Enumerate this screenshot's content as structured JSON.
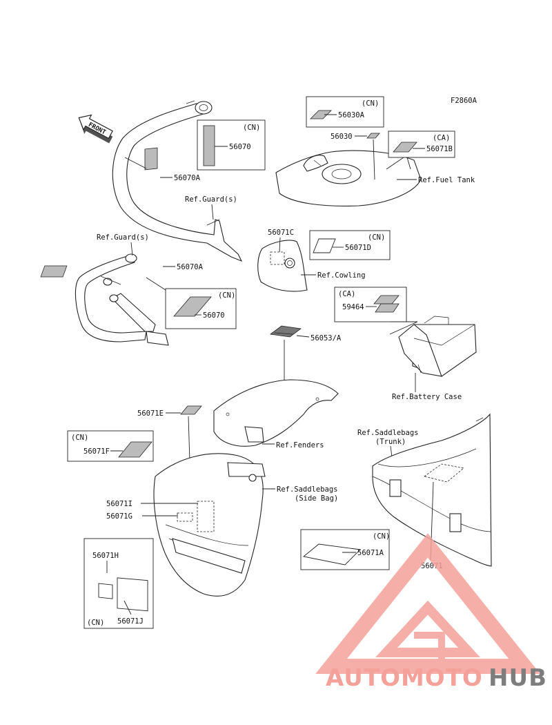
{
  "diagram": {
    "code": "F2860A",
    "front_label": "FRONT",
    "labels": {
      "p56070_cn_top": "56070",
      "p56070A_top": "56070A",
      "p56070A_lower": "56070A",
      "p56070_cn_lower": "56070",
      "p56030A": "56030A",
      "p56030": "56030",
      "p56071B": "56071B",
      "p56071C": "56071C",
      "p56071D": "56071D",
      "p59464": "59464",
      "p56053": "56053/A",
      "p56071E": "56071E",
      "p56071F": "56071F",
      "p56071I": "56071I",
      "p56071G": "56071G",
      "p56071A": "56071A",
      "p56071": "56071",
      "p56071H": "56071H",
      "p56071J": "56071J"
    },
    "region_tags": {
      "cn_top": "(CN)",
      "cn_fuel": "(CN)",
      "ca_fuel": "(CA)",
      "cn_cowl": "(CN)",
      "ca_batt": "(CA)",
      "cn_guard": "(CN)",
      "cn_56071F": "(CN)",
      "cn_56071A": "(CN)",
      "cn_56071H": "(CN)"
    },
    "refs": {
      "guard_upper": "Ref.Guard(s)",
      "guard_lower": "Ref.Guard(s)",
      "fuel_tank": "Ref.Fuel Tank",
      "cowling": "Ref.Cowling",
      "battery_case": "Ref.Battery Case",
      "fenders": "Ref.Fenders",
      "saddlebags_trunk_1": "Ref.Saddlebags",
      "saddlebags_trunk_2": "(Trunk)",
      "saddlebags_side_1": "Ref.Saddlebags",
      "saddlebags_side_2": "(Side Bag)"
    }
  },
  "watermark": {
    "part1": "AUTOMOTO",
    "part2": "HUB",
    "color_primary": "#f4a19a",
    "color_accent": "#f6c38f",
    "color_hub": "#7d7d7d"
  }
}
